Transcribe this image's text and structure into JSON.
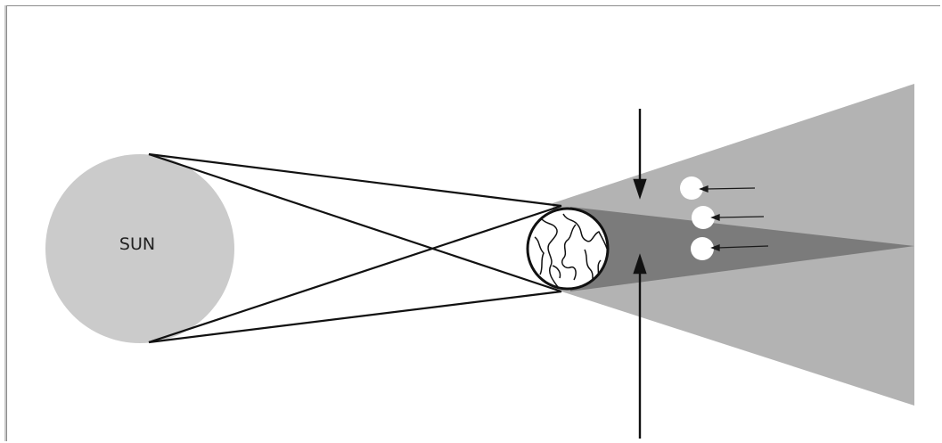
{
  "diagram": {
    "sun_label": "SUN",
    "colors": {
      "sun": "#cbcbcb",
      "penumbra": "#b3b3b3",
      "umbra": "#7b7b7b",
      "earth_fill": "#ffffff",
      "moon": "#ffffff",
      "lines": "#111111"
    },
    "moon_positions": [
      "upper",
      "middle",
      "lower"
    ]
  }
}
